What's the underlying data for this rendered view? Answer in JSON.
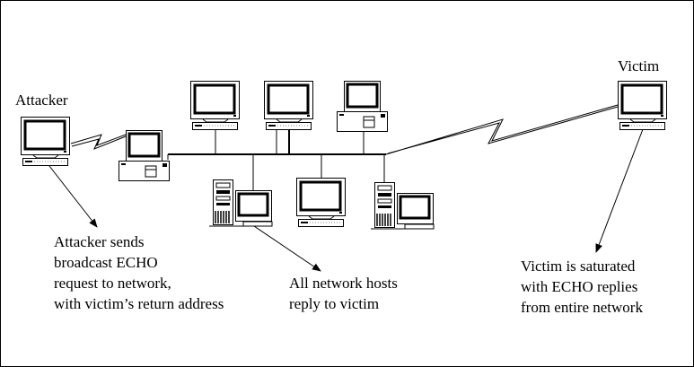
{
  "labels": {
    "attacker": "Attacker",
    "victim": "Victim"
  },
  "captions": {
    "attacker_note": [
      "Attacker sends",
      "broadcast ECHO",
      "request to network,",
      "with victim’s return address"
    ],
    "hosts_note": [
      "All network hosts",
      "reply to victim"
    ],
    "victim_note": [
      "Victim is saturated",
      "with ECHO replies",
      "from entire network"
    ]
  },
  "icons": [
    "monitor-icon",
    "desktop-computer-icon",
    "tower-computer-icon",
    "lightning-link-icon",
    "arrow-icon"
  ]
}
